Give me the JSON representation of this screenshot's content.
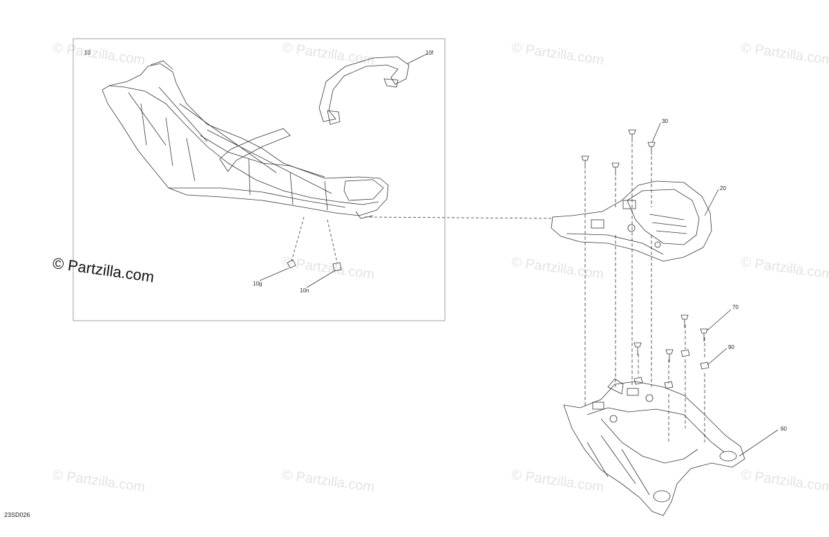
{
  "watermark": {
    "text": "© Partzilla.com",
    "main_text": "© Partzilla.com"
  },
  "callouts": {
    "c10": "10",
    "c10f": "10f",
    "c10g": "10g",
    "c10n": "10n",
    "c20": "20",
    "c30": "30",
    "c60": "60",
    "c70": "70",
    "c90": "90"
  },
  "diagram_code": "23SD026",
  "colors": {
    "line": "#333333",
    "watermark": "#e3e3e3",
    "box_border": "#888888"
  }
}
